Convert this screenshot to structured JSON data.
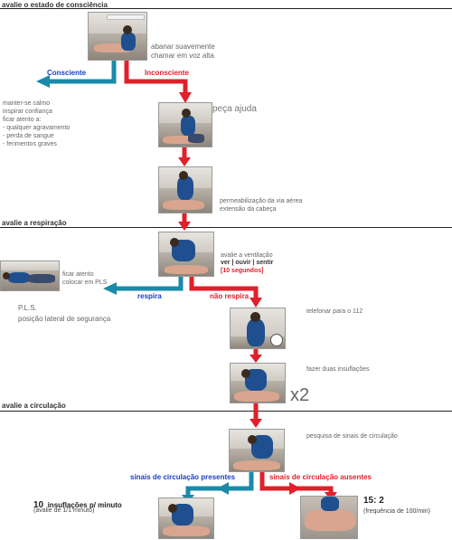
{
  "sections": {
    "consciousness": "avalie o estado de consciência",
    "breathing": "avalie a respiração",
    "circulation": "avalie a circulação"
  },
  "step1": {
    "line1": "abanar suavemente",
    "line2": "chamar em voz alta"
  },
  "branch1": {
    "left": "Consciente",
    "right": "Inconsciente"
  },
  "conscious_notes": [
    "manter-se calmo",
    "inspirar confiança",
    "ficar atento a:",
    "- qualquer agravamento",
    "- perda de sangue",
    "- ferimentos graves"
  ],
  "help": "peça ajuda",
  "airway": {
    "line1": "permeabilização da via aérea",
    "line2": "extensão da cabeça"
  },
  "ventilation": {
    "line1": "avalie a ventilação",
    "line2": "ver | ouvir | sentir",
    "line3": "[10 segundos]"
  },
  "pls": {
    "line1": "ficar atento",
    "line2": "colocar em PLS",
    "abbr": "P.L.S.",
    "full": "posição lateral de segurança"
  },
  "branch2": {
    "left": "respira",
    "right": "não respira"
  },
  "call": "telefonar para o 112",
  "insufflations": "fazer duas insuflações",
  "x2": "x2",
  "circ_search": "pesquisa de sinais de circulação",
  "branch3": {
    "left": "sinais de circulação presentes",
    "right": "sinais de circulação ausentes"
  },
  "present": {
    "num": "10",
    "text": "insuflações p/ minuto",
    "sub": "(avalie de 1/1 minuto)"
  },
  "absent": {
    "ratio": "15: 2",
    "sub": "(frequência de 100/min)"
  },
  "colors": {
    "blue_arrow": "#1a8aa8",
    "red_arrow": "#e0202a",
    "blue_text": "#1a3fc4"
  }
}
